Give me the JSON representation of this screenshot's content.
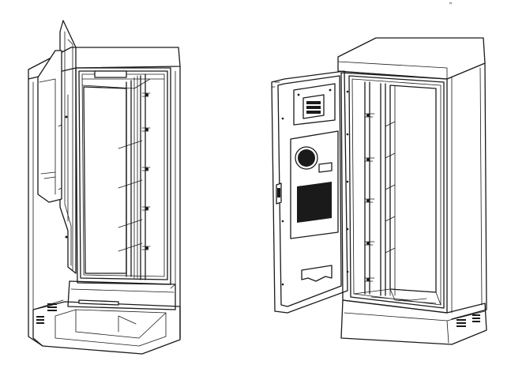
{
  "figure": {
    "corner_mark": "ˮ",
    "colors": {
      "ink": "#1a1a1a",
      "background": "#ffffff"
    },
    "views": [
      {
        "name": "cabinet-door-open-left-view"
      },
      {
        "name": "cabinet-door-open-right-view"
      }
    ]
  }
}
